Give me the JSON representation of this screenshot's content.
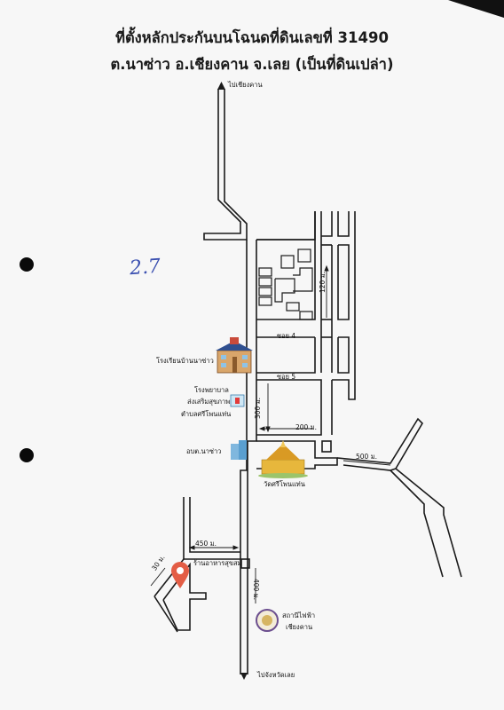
{
  "title_line1": "ที่ตั้งหลักประกันบนโฉนดที่ดินเลขที่ 31490",
  "title_line2": "ต.นาซ่าว อ.เชียงคาน จ.เลย (เป็นที่ดินเปล่า)",
  "handwritten_note": "2.7",
  "labels": {
    "to_chiang_khan": "ไปเชียงคาน",
    "to_loei": "ไปจังหวัดเลย",
    "soi4": "ซอย 4",
    "soi5": "ซอย 5",
    "school": "โรงเรียนบ้านนาซ่าว",
    "hospital_l1": "โรงพยาบาล",
    "hospital_l2": "ส่งเสริมสุขภาพ",
    "hospital_l3": "ตำบลศรีโพนแท่น",
    "sao": "อบต.นาซ่าว",
    "temple": "วัดศรีโพนแท่น",
    "restaurant": "ร้านอาหารสุขสม",
    "power_l1": "สถานีไฟฟ้า",
    "power_l2": "เชียงคาน"
  },
  "distances": {
    "d120": "120 ม.",
    "d300": "300 ม.",
    "d200": "200 ม.",
    "d500": "500 ม.",
    "d450": "450 ม.",
    "d30": "30 ม.",
    "d400": "400 ม."
  },
  "colors": {
    "road": "#1a1a1a",
    "pin": "#e35d45",
    "school_roof": "#2f4f8f",
    "temple_gold": "#e7b73c",
    "seal": "#6c4f8f"
  }
}
